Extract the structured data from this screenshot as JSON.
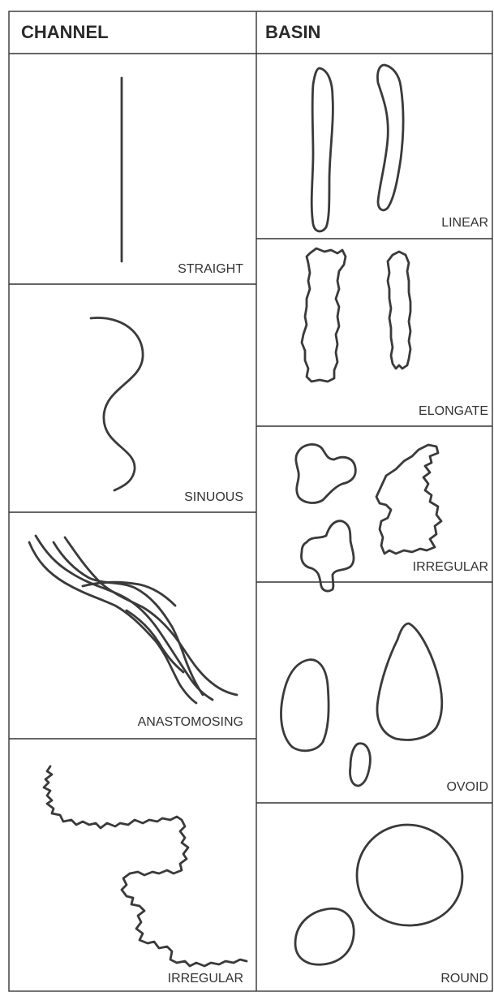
{
  "headers": {
    "channel": "CHANNEL",
    "basin": "BASIN"
  },
  "channel_panels": [
    {
      "label": "STRAIGHT"
    },
    {
      "label": "SINUOUS"
    },
    {
      "label": "ANASTOMOSING"
    },
    {
      "label": "IRREGULAR"
    }
  ],
  "basin_panels": [
    {
      "label": "LINEAR"
    },
    {
      "label": "ELONGATE"
    },
    {
      "label": "IRREGULAR"
    },
    {
      "label": "OVOID"
    },
    {
      "label": "ROUND"
    }
  ],
  "colors": {
    "line": "#3a3a3a",
    "border": "#333333",
    "background": "#ffffff"
  }
}
